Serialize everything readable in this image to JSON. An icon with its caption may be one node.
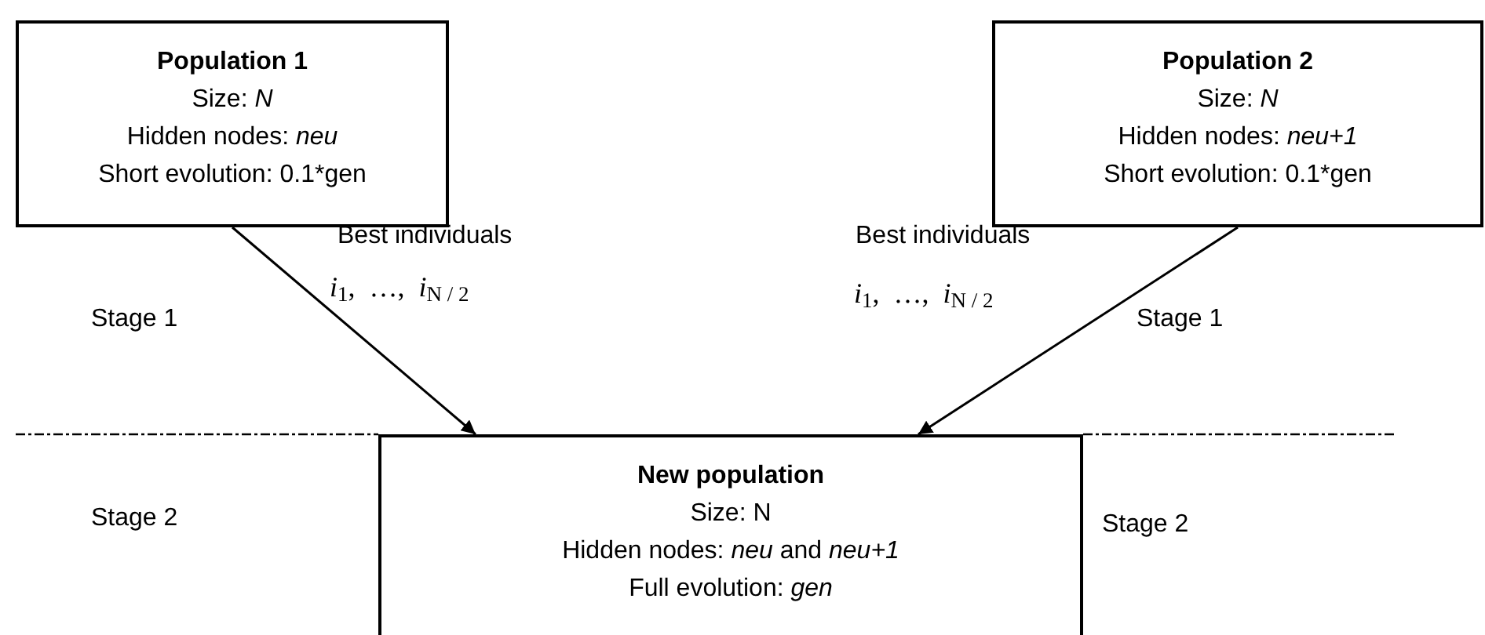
{
  "diagram": {
    "nodes": [
      {
        "text": [
          "Population 1",
          "Size: *N*",
          "Hidden nodes: *neu*",
          "Short evolution: 0.1*gen"
        ]
      },
      {
        "text": [
          "Population 2",
          "Size: *N*",
          "Hidden nodes: *neu+1*",
          "Short evolution: 0.1*gen"
        ]
      },
      {
        "text": [
          "New population",
          "Size: N",
          "Hidden nodes: *neu* and *neu+1*",
          "Full evolution: *gen*"
        ]
      }
    ],
    "edges": [
      {
        "from": 0,
        "to": 2,
        "arrow": "to",
        "label": "Best individuals"
      },
      {
        "from": 1,
        "to": 2,
        "arrow": "to",
        "label": "Best individuals"
      }
    ],
    "labels": [
      "*i*$_{1}$,  …,  *i*$_{N / 2}$",
      "*i*$_{1}$,  …,  *i*$_{N / 2}$",
      "Stage 1",
      "Stage 1",
      "Stage 2",
      "Stage 2"
    ]
  }
}
